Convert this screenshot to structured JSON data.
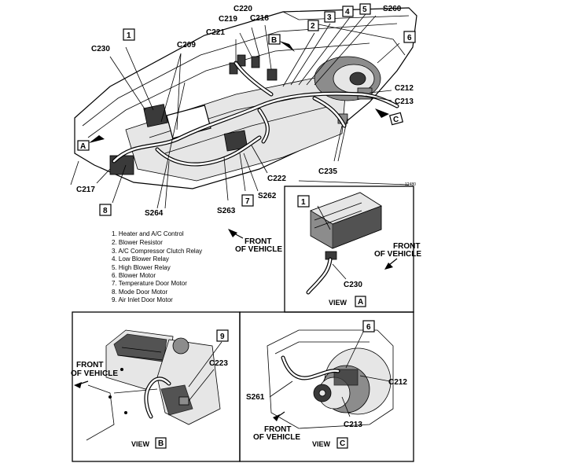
{
  "callouts": {
    "c230": "C230",
    "c209": "C209",
    "c221": "C221",
    "c219": "C219",
    "c220": "C220",
    "c218": "C218",
    "s260": "S260",
    "c212": "C212",
    "c213": "C213",
    "c235": "C235",
    "c222": "C222",
    "s262": "S262",
    "c217": "C217",
    "s264": "S264",
    "s263": "S263",
    "n1": "1",
    "n2": "2",
    "n3": "3",
    "n4": "4",
    "n5": "5",
    "n6": "6",
    "n7": "7",
    "n8": "8",
    "arrowA": "A",
    "arrowB": "B",
    "arrowC": "C",
    "figno": "12480"
  },
  "legend": {
    "items": [
      "1.  Heater and A/C Control",
      "2.  Blower Resistor",
      "3.  A/C Compressor Clutch Relay",
      "4.  Low Blower Relay",
      "5.  High Blower Relay",
      "6.  Blower Motor",
      "7.  Temperature Door Motor",
      "8.  Mode Door Motor",
      "9.  Air Inlet Door Motor"
    ],
    "front_line1": "FRONT",
    "front_line2": "OF VEHICLE"
  },
  "viewA": {
    "num": "1",
    "connector": "C230",
    "front_line1": "FRONT",
    "front_line2": "OF VEHICLE",
    "label": "VIEW",
    "letter": "A"
  },
  "viewB": {
    "num": "9",
    "connector": "C223",
    "front_line1": "FRONT",
    "front_line2": "OF VEHICLE",
    "label": "VIEW",
    "letter": "B"
  },
  "viewC": {
    "num": "6",
    "splice": "S261",
    "connector1": "C212",
    "connector2": "C213",
    "front_line1": "FRONT",
    "front_line2": "OF VEHICLE",
    "label": "VIEW",
    "letter": "C"
  }
}
